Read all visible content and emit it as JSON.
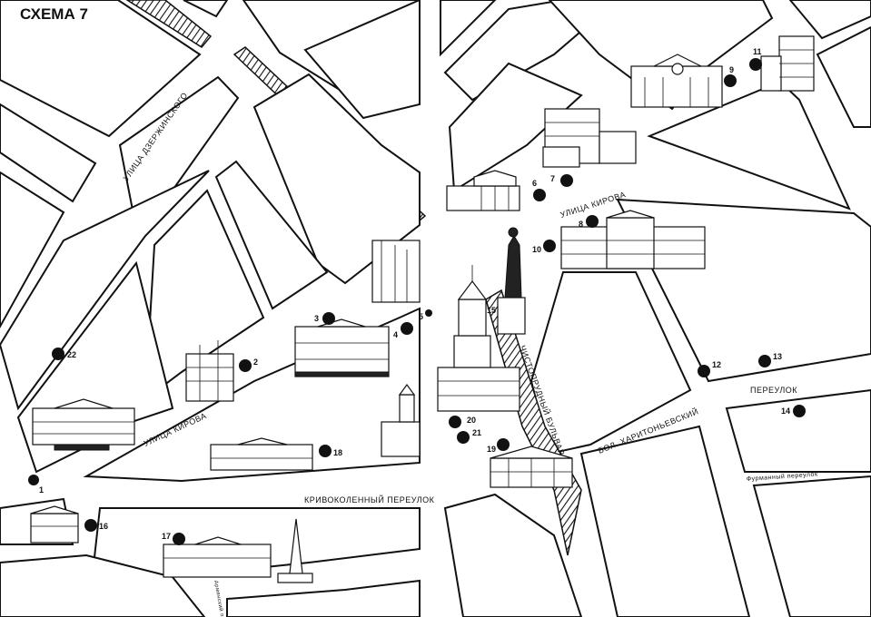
{
  "map": {
    "title": "СХЕМА 7",
    "streets": {
      "dzerzhinskogo": "УЛИЦА ДЗЕРЖИНСКОГО",
      "kirova_upper": "УЛИЦА КИРОВА",
      "kirova_lower": "УЛИЦА КИРОВА",
      "krivokolenny": "КРИВОКОЛЕННЫЙ ПЕРЕУЛОК",
      "chistoprudny": "ЧИСТОПРУДНЫЙ БУЛЬВАР",
      "bol_kharitonevsky": "БОЛ. ХАРИТОНЬЕВСКИЙ",
      "pereulok": "ПЕРЕУЛОК",
      "furmanny": "Фурманный переулок",
      "small_side": "Армянский переулок"
    },
    "points": [
      {
        "num": "1"
      },
      {
        "num": "2"
      },
      {
        "num": "3"
      },
      {
        "num": "4"
      },
      {
        "num": "5"
      },
      {
        "num": "6"
      },
      {
        "num": "7"
      },
      {
        "num": "8"
      },
      {
        "num": "9"
      },
      {
        "num": "10"
      },
      {
        "num": "11"
      },
      {
        "num": "12"
      },
      {
        "num": "13"
      },
      {
        "num": "14"
      },
      {
        "num": "15"
      },
      {
        "num": "16"
      },
      {
        "num": "17"
      },
      {
        "num": "18"
      },
      {
        "num": "19"
      },
      {
        "num": "20"
      },
      {
        "num": "21"
      },
      {
        "num": "22"
      }
    ]
  }
}
